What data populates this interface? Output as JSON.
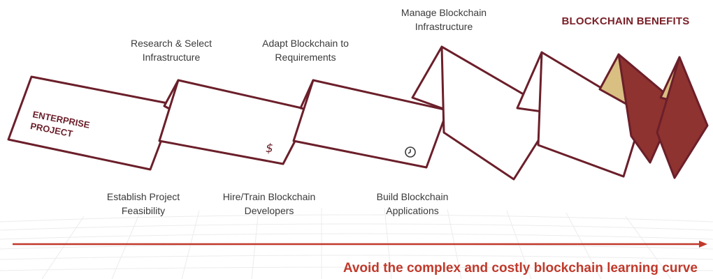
{
  "colors": {
    "outline": "#6b1f2a",
    "benefit_dark": "#8f3330",
    "benefit_light": "#d9bf82",
    "accent_red": "#c0392b",
    "label_gray": "#3a3a3a"
  },
  "steps_top": [
    {
      "text": "Research & Select\nInfrastructure"
    },
    {
      "text": "Adapt Blockchain to\nRequirements"
    },
    {
      "text": "Manage Blockchain\nInfrastructure"
    }
  ],
  "steps_bottom": [
    {
      "text": "Establish Project\nFeasibility"
    },
    {
      "text": "Hire/Train Blockchain\nDevelopers"
    },
    {
      "text": "Build Blockchain\nApplications"
    }
  ],
  "first_card": {
    "line1": "ENTERPRISE",
    "line2": "PROJECT"
  },
  "benefits_label": "BLOCKCHAIN BENEFITS",
  "footer_text": "Avoid the complex and costly blockchain learning curve",
  "icons": [
    "dollar-icon",
    "clock-icon",
    "arrow-right-icon"
  ],
  "dollar_symbol": "$"
}
